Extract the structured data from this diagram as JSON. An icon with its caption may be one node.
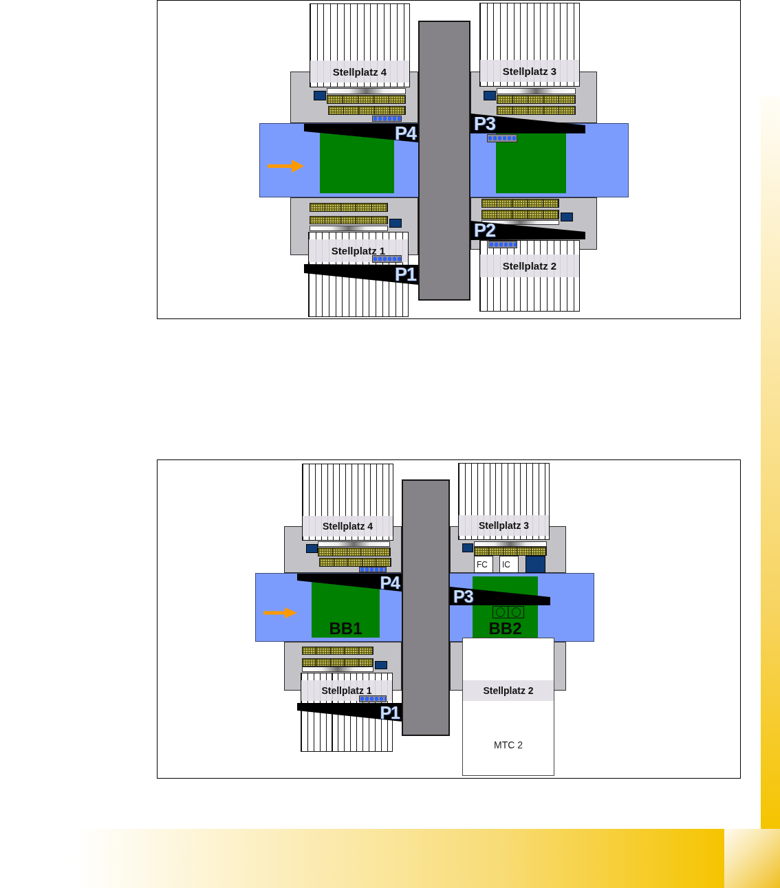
{
  "diagram": {
    "nodes": [
      {
        "text": [
          "Stellplatz 4"
        ]
      },
      {
        "text": [
          "Stellplatz 3"
        ]
      },
      {
        "text": [
          "P4"
        ]
      },
      {
        "text": [
          "P3"
        ]
      },
      {
        "text": [],
        "shape": "box"
      },
      {
        "text": [],
        "shape": "box"
      },
      {
        "text": [
          "Stellplatz 1"
        ]
      },
      {
        "text": [
          "P2"
        ]
      },
      {
        "text": [
          "Stellplatz 2"
        ]
      },
      {
        "text": [
          "P1"
        ]
      },
      {
        "text": [
          "Stellplatz 4"
        ]
      },
      {
        "text": [
          "Stellplatz 3"
        ]
      },
      {
        "text": [
          "FC"
        ]
      },
      {
        "text": [
          "IC"
        ]
      },
      {
        "text": [
          "P4"
        ]
      },
      {
        "text": [
          "P3"
        ]
      },
      {
        "text": [
          "BB1"
        ]
      },
      {
        "text": [
          "BB2"
        ]
      },
      {
        "text": [
          "Stellplatz 1"
        ]
      },
      {
        "text": [
          "Stellplatz 2",
          "MTC 2"
        ]
      },
      {
        "text": [
          "P1"
        ]
      }
    ]
  }
}
